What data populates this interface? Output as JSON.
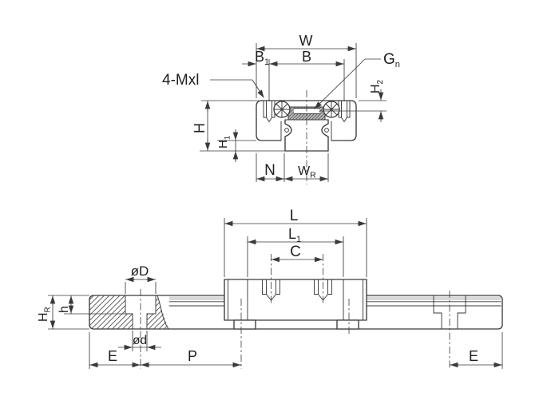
{
  "front_view": {
    "labels": {
      "w": "W",
      "b1_main": "B",
      "b1_sub": "1",
      "b": "B",
      "g_main": "G",
      "g_sub": "n",
      "mxl": "4-Mxl",
      "h2_main": "H",
      "h2_sub": "2",
      "h": "H",
      "h1_main": "H",
      "h1_sub": "1",
      "n": "N",
      "wr_main": "W",
      "wr_sub": "R"
    }
  },
  "side_view": {
    "labels": {
      "l": "L",
      "l1_main": "L",
      "l1_sub": "1",
      "c": "C",
      "dia_D": "øD",
      "h_depth": "h",
      "hr_main": "H",
      "hr_sub": "R",
      "dia_d": "ød",
      "e_left": "E",
      "p": "P",
      "e_right": "E"
    }
  },
  "colors": {
    "line": "#3a3a3a",
    "text": "#1f1f1f",
    "hatch": "#4a4a4a",
    "rail_section_fill": "#b7babc",
    "rail_shading": "#d9d9d9",
    "background": "#ffffff"
  }
}
